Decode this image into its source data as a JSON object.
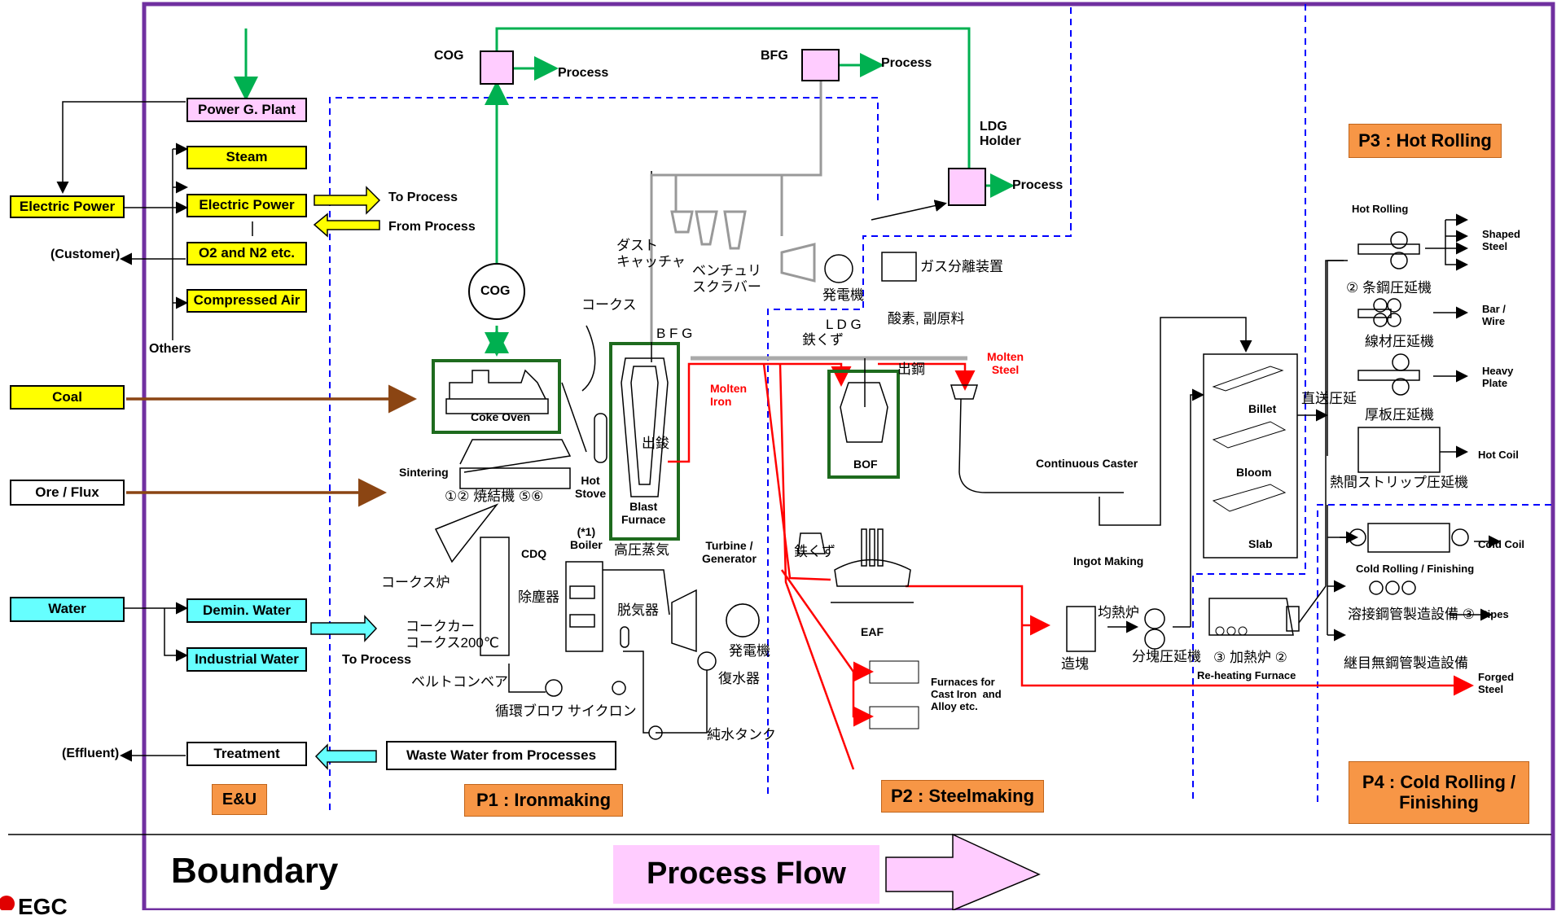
{
  "energy_left": {
    "electric_power": "Electric Power",
    "coal": "Coal",
    "ore_flux": "Ore / Flux",
    "water": "Water",
    "customer": "(Customer)",
    "others": "Others",
    "effluent": "(Effluent)"
  },
  "utilities": {
    "power_plant": "Power G. Plant",
    "steam": "Steam",
    "electric_power": "Electric Power",
    "o2_n2": "O2 and N2 etc.",
    "compressed_air": "Compressed Air",
    "demin_water": "Demin. Water",
    "industrial_water": "Industrial Water",
    "treatment": "Treatment",
    "to_process": "To Process",
    "from_process": "From Process",
    "to_process_water": "To Process",
    "waste_water": "Waste Water from Processes"
  },
  "gas": {
    "cog": "COG",
    "bfg": "BFG",
    "process1": "Process",
    "process2": "Process",
    "process3": "Process",
    "ldg_holder": "LDG\nHolder",
    "cog_circle": "COG"
  },
  "ironmaking": {
    "coke_oven": "Coke Oven",
    "sintering": "Sintering",
    "sinter_jp": "①② 焼結機 ⑤⑥",
    "hot_stove": "Hot\nStove",
    "blast_furnace": "Blast\nFurnace",
    "molten_iron": "Molten\nIron",
    "bfg_jp": "B F G",
    "coke_jp": "コークス",
    "dust_catcher": "ダスト\nキャッチャ",
    "venturi": "ベンチュリ\nスクラバー",
    "generator_jp": "発電機",
    "cdq": "CDQ",
    "boiler": "(*1)\nBoiler",
    "turbine": "Turbine /\nGenerator",
    "hp_steam": "高圧蒸気",
    "dust_remover": "除塵器",
    "deaerator": "脱気器",
    "coke_furnace": "コークス炉",
    "coke_car": "コークカー",
    "coke_200": "コークス200℃",
    "belt": "ベルトコンベア",
    "blower": "循環ブロワ",
    "cyclone": "サイクロン",
    "condenser": "復水器",
    "pure_tank": "純水タンク",
    "generator2": "発電機",
    "tapping": "出鋑"
  },
  "steelmaking": {
    "gas_separation": "ガス分離装置",
    "oxygen_aux": "酸素, 副原料",
    "ldg_jp": "L D G",
    "scrap1": "鉄くず",
    "scrap2": "鉄くず",
    "bof": "BOF",
    "eaf": "EAF",
    "molten_steel": "Molten\nSteel",
    "tapping2": "出鋼",
    "furnaces": "Furnaces for\nCast Iron  and\nAlloy etc.",
    "continuous_caster": "Continuous Caster",
    "ingot_making": "Ingot Making",
    "soaking_pit": "均熱炉",
    "ingot_jp": "造塊",
    "blooming_mill": "分塊圧延機",
    "billet": "Billet",
    "bloom": "Bloom",
    "slab": "Slab",
    "reheating": "Re-heating  Furnace",
    "reheat_jp": "③ 加熱炉 ②",
    "direct_rolling": "直送圧延"
  },
  "rolling": {
    "hot_rolling": "Hot Rolling",
    "shaped_steel": "Shaped\nSteel",
    "bar_mill_jp": "② 条鋼圧延機",
    "bar_wire": "Bar /\nWire",
    "wire_mill_jp": "線材圧延機",
    "heavy_plate": "Heavy\nPlate",
    "plate_mill_jp": "厚板圧延機",
    "hot_coil": "Hot Coil",
    "strip_mill_jp": "熱間ストリップ圧延機",
    "cold_coil": "Cold Coil",
    "cold_rolling": "Cold Rolling  / Finishing",
    "welded_pipe_jp": "溶接鋼管製造設備 ③",
    "pipes": "Pipes",
    "seamless_jp": "継目無鋼管製造設備",
    "forged_steel": "Forged\nSteel"
  },
  "sections": {
    "eu": "E&U",
    "p1": "P1 : Ironmaking",
    "p2": "P2 : Steelmaking",
    "p3": "P3 : Hot Rolling",
    "p4": "P4 : Cold Rolling /\nFinishing"
  },
  "footer": {
    "boundary": "Boundary",
    "process_flow": "Process Flow",
    "logo": "EGC"
  },
  "colors": {
    "purple": "#7030a0",
    "green": "#00b050",
    "blue_dash": "#0000ff",
    "red": "#ff0000",
    "brown": "#8b4513",
    "orange": "#f79646"
  }
}
